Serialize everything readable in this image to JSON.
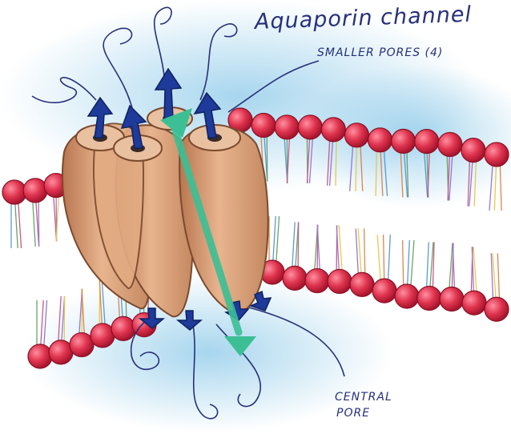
{
  "diagram": {
    "title": "Aquaporin channel",
    "labels": {
      "smaller_pores": "SMALLER PORES (4)",
      "central_pore_line1": "CENTRAL",
      "central_pore_line2": "PORE"
    }
  },
  "colors": {
    "ink": "#27307a",
    "lipid_head": "#e0344f",
    "protein": "#d9a07a",
    "water_arrow": "#1e3a9a",
    "central_arrow": "#3cbf95",
    "water_haze": "#7fc4e6"
  },
  "parts": {
    "pore_count": 4
  }
}
